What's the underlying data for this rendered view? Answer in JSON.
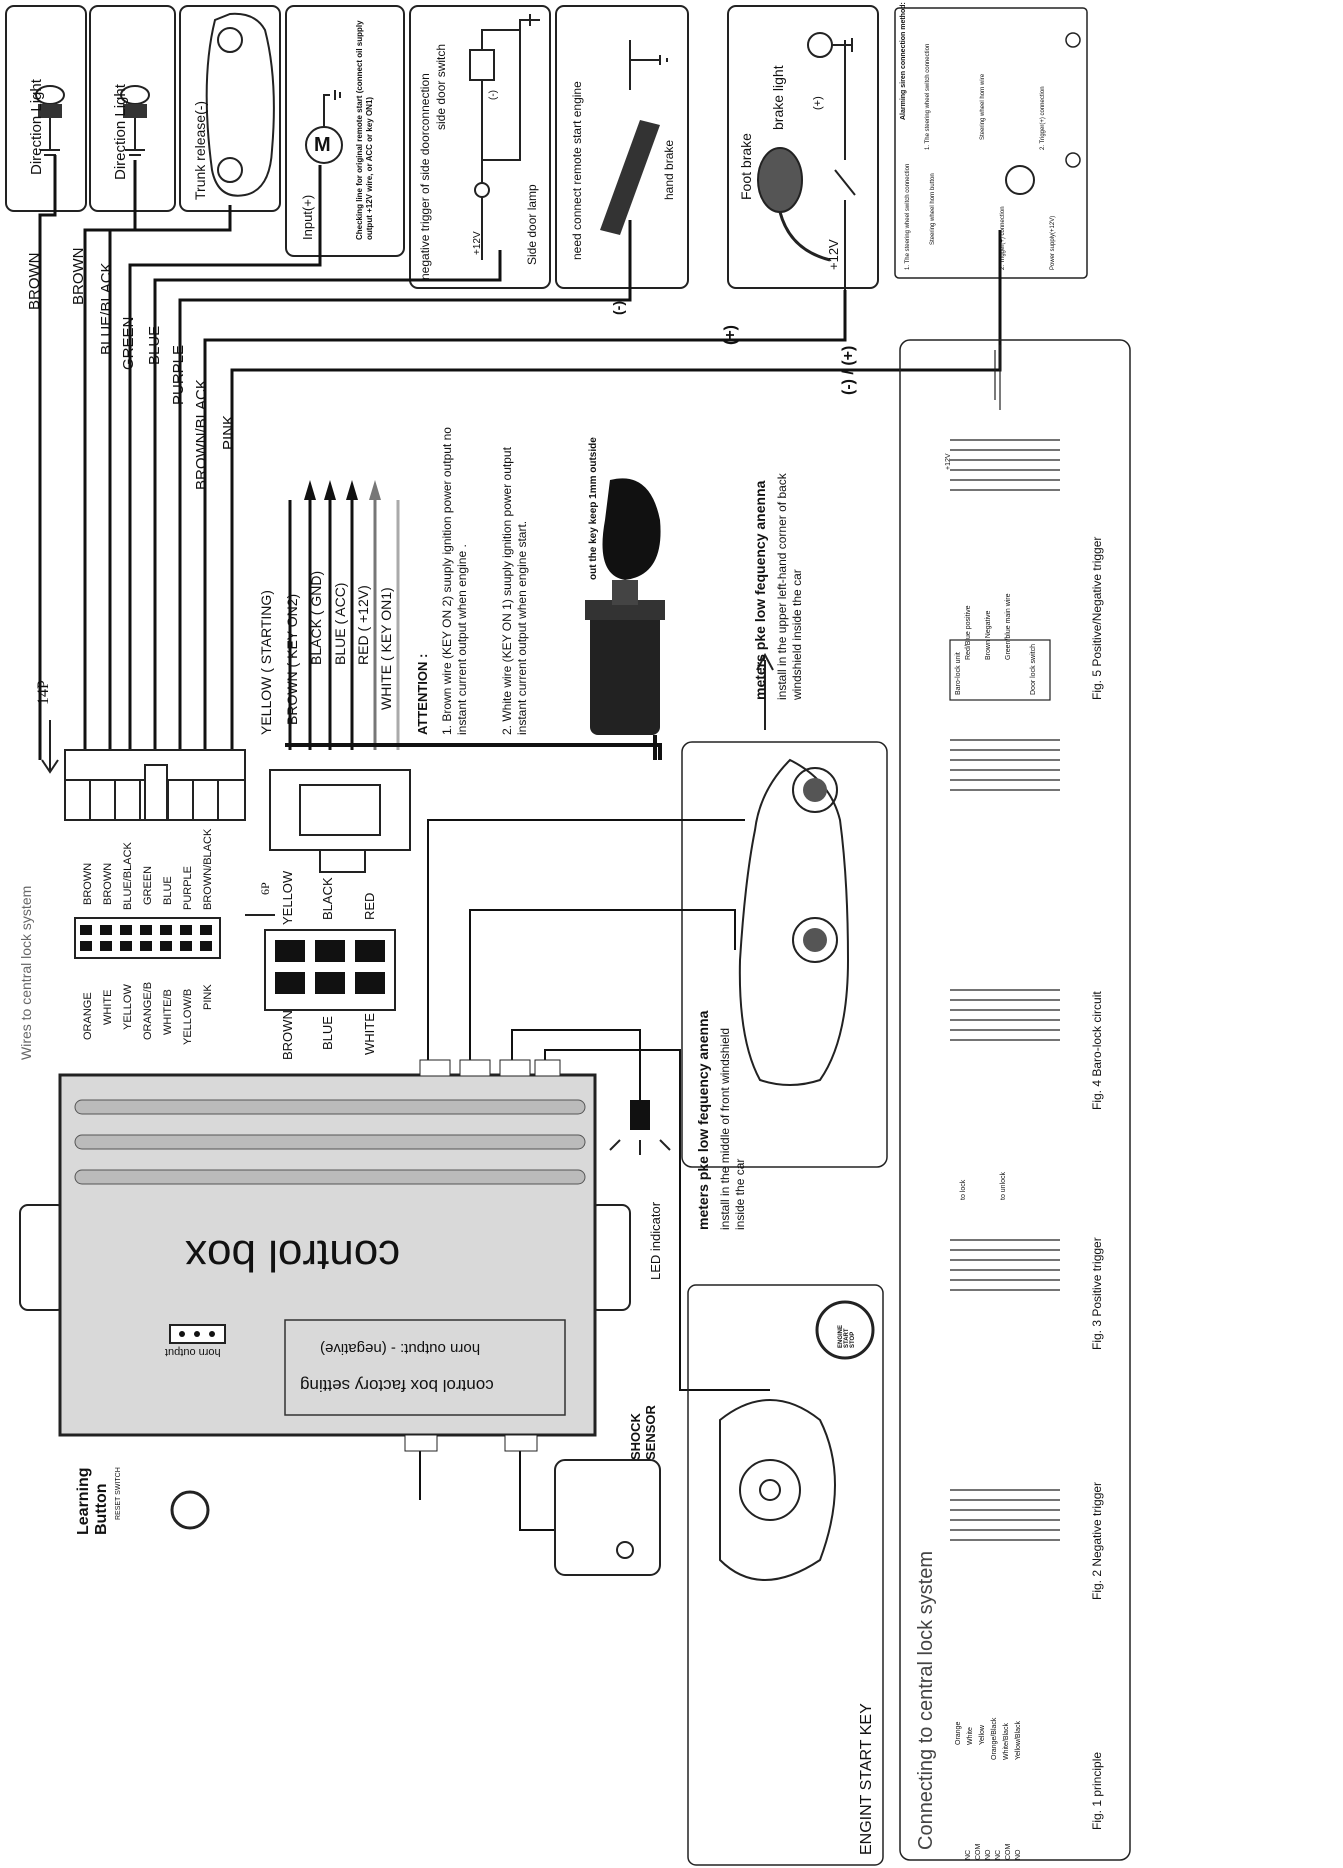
{
  "top_devices": {
    "direction_light_1": "Direction Light",
    "direction_light_2": "Direction Light",
    "trunk_release": "Trunk release(-)",
    "input": "Input(+)",
    "motor_symbol": "M",
    "checking_line": "Checking line for original remote start (connect oil supply output +12V wire, or ACC or key ON1)",
    "side_door_trigger": "negative trigger of side doorconnection",
    "side_door_switch": "side door switch",
    "side_door_lamp": "Side door lamp",
    "plus12v_a": "+12V",
    "minus_a": "(-)",
    "need_connect": "need connect remote start engine",
    "hand_brake": "hand brake",
    "minus_b": "(-)",
    "foot_brake": "Foot brake",
    "brake_light": "brake light",
    "plus_a": "(+)",
    "plus12v_b": "+12V",
    "plus_b": "(+)",
    "minus_plus": "(-) / (+)"
  },
  "alarm_siren": {
    "title": "Alarming siren connection method:",
    "opt1": "1. The steering wheel switch connection",
    "opt2": "2. Trigger(+) connection",
    "sub1": "1. The steering wheel switch connection",
    "steering_horn": "Steering wheel horn button",
    "horn_wire": "Steering wheel horn wire",
    "trigger_conn": "2. Trigger(+) connection",
    "power_supply": "Power supply(+12V)"
  },
  "wires_14p": [
    "BROWN",
    "BROWN",
    "BLUE/BLACK",
    "GREEN",
    "BLUE",
    "PURPLE",
    "BROWN/BLACK",
    "PINK"
  ],
  "connector_14p_label": "14P",
  "connector_6p_label": "6P",
  "wires_6p": [
    "YELLOW ( STARTING)",
    "BROWN ( KEY ON2)",
    "BLACK ( GND)",
    "BLUE ( ACC)",
    "RED ( +12V)",
    "WHITE ( KEY ON1)"
  ],
  "attention": {
    "title": "ATTENTION :",
    "item1": "1. Brown wire (KEY ON 2) suuply ignition power output no instant current output when engine .",
    "item2": "2. White wire (KEY ON 1) suuply ignition power output instant current output when engine start."
  },
  "key_note": "out the key keep 1mm outside",
  "antenna_rear": {
    "title": "meters pke low fequency anenna",
    "desc": "install in the upper left-hand corner of back windshield inside the car"
  },
  "antenna_front": {
    "title": "meters pke low fequency anenna",
    "desc": "install in the middle of front windshield inside the car"
  },
  "central_lock_side": "Wires to central lock system",
  "pin_left": [
    "ORANGE",
    "WHITE",
    "YELLOW",
    "ORANGE/B",
    "WHITE/B",
    "YELLOW/B",
    "PINK"
  ],
  "pin_right": [
    "BROWN",
    "BROWN",
    "BLUE/BLACK",
    "GREEN",
    "BLUE",
    "PURPLE",
    "BROWN/BLACK"
  ],
  "six_pin_top": [
    "YELLOW",
    "BLACK",
    "RED"
  ],
  "six_pin_bottom": [
    "BROWN",
    "BLUE",
    "WHITE"
  ],
  "control_box": "control box",
  "factory_setting": "control box factory setting",
  "horn_output_neg": "horn output: - (negative)",
  "horn_output": "horn output",
  "led_indicator": "LED indicator",
  "shock_sensor": "SHOCK SENSOR",
  "learning_button": "Learning Button",
  "reset_switch": "RESET SWITCH",
  "engine_start_key": "ENGINT START KEY",
  "engine_button": "ENGINE START STOP",
  "connecting_title": "Connecting to central lock system",
  "figures": [
    {
      "caption": "Fig. 1 principle"
    },
    {
      "caption": "Fig. 2 Negative trigger"
    },
    {
      "caption": "Fig. 3 Positive trigger"
    },
    {
      "caption": "Fig. 4 Baro-lock circuit"
    },
    {
      "caption": "Fig. 5 Positive/Negative trigger"
    }
  ],
  "fig_wires": [
    "Orange",
    "White",
    "Yellow",
    "Orange/Black",
    "White/Black",
    "Yellow/Black"
  ],
  "fig_terms": [
    "NC",
    "COM",
    "NO",
    "NC",
    "COM",
    "NO"
  ],
  "to_lock": "to lock",
  "to_unlock": "to unlock",
  "plus12v_fig": "+12V",
  "baro": {
    "unit": "Baro-lock unit",
    "door_switch": "Door lock switch",
    "red_blue": "Red/Blue positive",
    "brown": "Brown Negative",
    "green_blue": "Green/blue main wire"
  },
  "colors": {
    "line": "#111111",
    "paper": "#ffffff",
    "box": "#d9d9d9"
  }
}
